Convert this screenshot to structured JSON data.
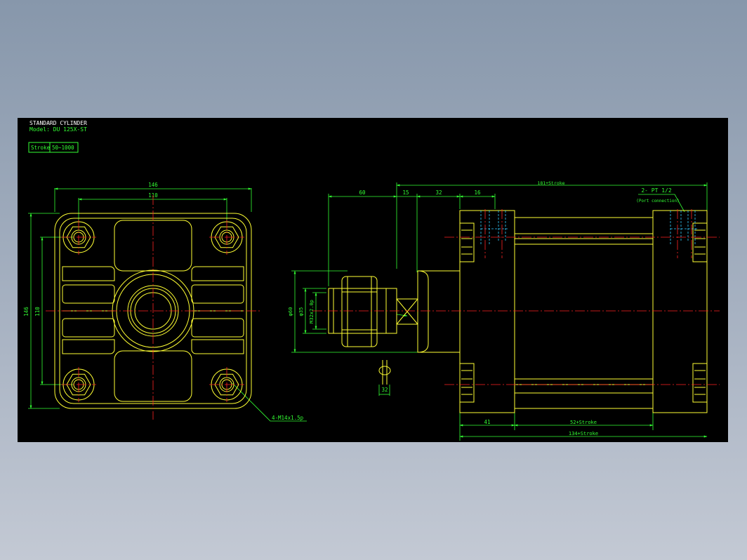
{
  "title_block": {
    "line1": "STANDARD CYLINDER",
    "line2": "Model: DU 125X-ST",
    "stroke_label": "Stroke",
    "stroke_range": "50~1000"
  },
  "front_view": {
    "dim_width_outer": "146",
    "dim_width_bolt": "110",
    "dim_height_outer": "146",
    "dim_height_bolt": "110",
    "thread_note": "4-M14x1.5p"
  },
  "side_view": {
    "dim_overall": "181+Stroke",
    "dim_rod_ext": "60",
    "dim_15": "15",
    "dim_32": "32",
    "dim_16": "16",
    "port_label": "2- PT 1/2",
    "port_note": "(Port connection)",
    "dim_dia_60": "φ60",
    "dim_dia_35": "φ35",
    "dim_thread": "M32x2.0p",
    "dim_wrench": "32",
    "dim_41": "41",
    "dim_52": "52+Stroke",
    "dim_134": "134+Stroke"
  },
  "colors": {
    "background": "#000000",
    "outline_yellow": "#ffff33",
    "dimension_green": "#33ff33",
    "centerline_red": "#ff2222",
    "hidden_cyan": "#33ccff",
    "text_white": "#ffffff"
  }
}
